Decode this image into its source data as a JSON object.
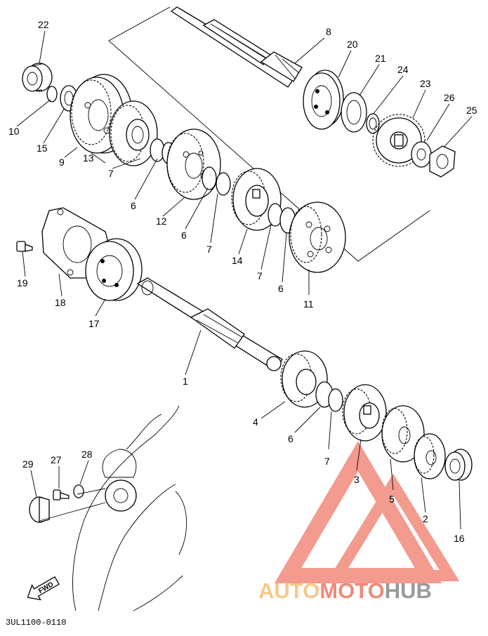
{
  "diagram_code": "3UL1100-0110",
  "direction_label": "FWD",
  "watermark": {
    "brand_part1": "AUTO",
    "brand_part2": "MOTO",
    "brand_part3": "HUB",
    "colors": {
      "auto": "#f5c98a",
      "moto": "#f08a7a",
      "hub": "#9a9a9a",
      "triangle": "#f07a6a"
    }
  },
  "callouts": {
    "p1": "1",
    "p2": "2",
    "p3": "3",
    "p4": "4",
    "p5": "5",
    "p6a": "6",
    "p6b": "6",
    "p6c": "6",
    "p6d": "6",
    "p7a": "7",
    "p7b": "7",
    "p7c": "7",
    "p7d": "7",
    "p8": "8",
    "p9": "9",
    "p10": "10",
    "p11": "11",
    "p12": "12",
    "p13": "13",
    "p14": "14",
    "p15": "15",
    "p16": "16",
    "p17": "17",
    "p18": "18",
    "p19": "19",
    "p20": "20",
    "p21": "21",
    "p22": "22",
    "p23": "23",
    "p24": "24",
    "p25": "25",
    "p26": "26",
    "p27": "27",
    "p28": "28",
    "p29": "29"
  }
}
